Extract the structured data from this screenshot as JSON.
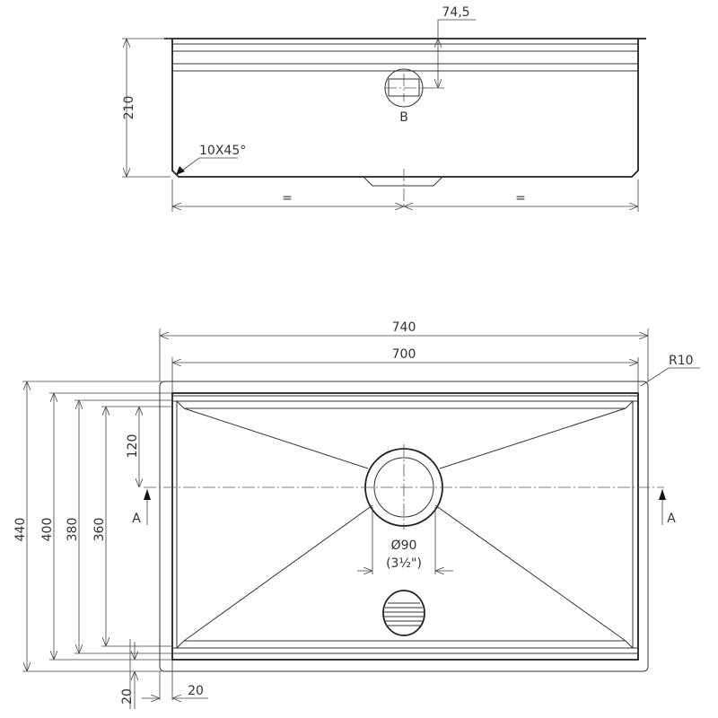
{
  "top_view": {
    "height_dim": "210",
    "offset_dim": "74,5",
    "detail_label": "B",
    "chamfer_note": "10X45°",
    "equal_left": "=",
    "equal_right": "="
  },
  "plan_view": {
    "overall_width": "740",
    "inner_width": "700",
    "corner_radius": "R10",
    "overall_depth": "440",
    "depth_400": "400",
    "depth_380": "380",
    "depth_360": "360",
    "drain_offset": "120",
    "section_left": "A",
    "section_right": "A",
    "drain_diameter": "Ø90",
    "drain_inch": "(3½\")",
    "rim_bottom": "20",
    "rim_side": "20"
  }
}
